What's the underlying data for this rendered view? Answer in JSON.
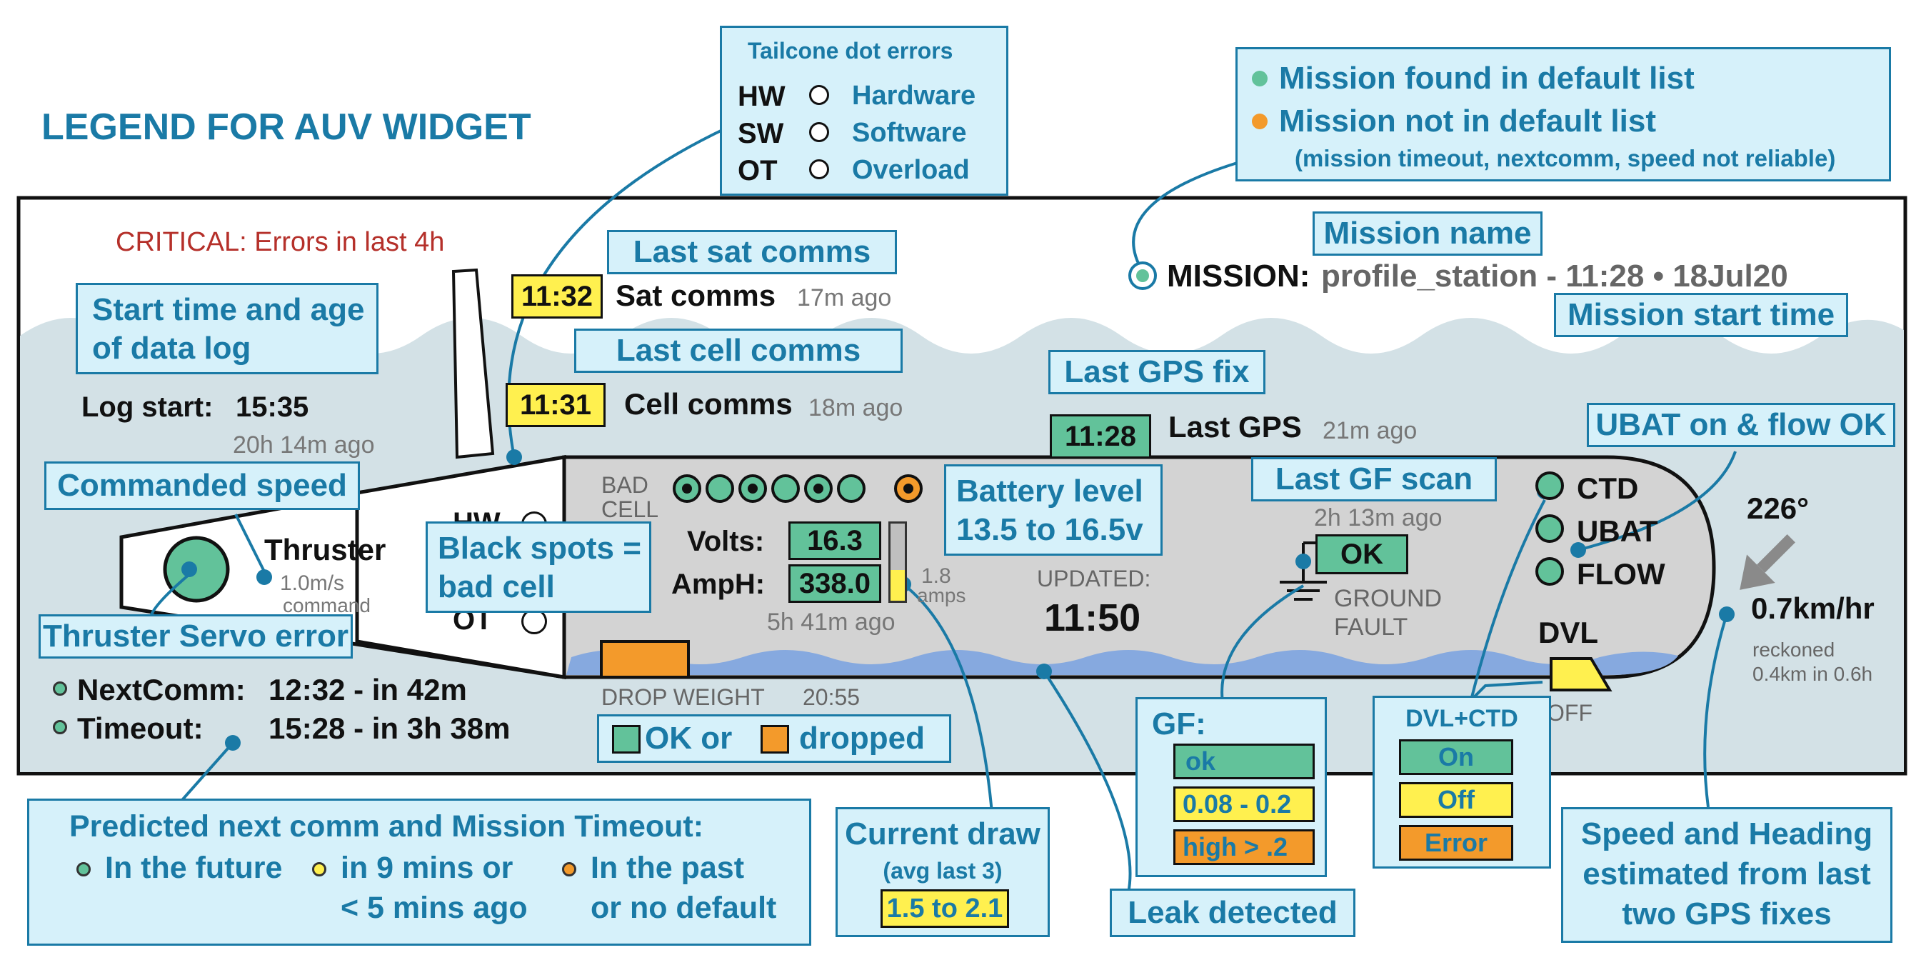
{
  "title": "LEGEND FOR AUV WIDGET",
  "critical": "CRITICAL: Errors in last 4h",
  "tailcone": {
    "title": "Tailcone dot errors",
    "rows": [
      {
        "code": "HW",
        "label": "Hardware"
      },
      {
        "code": "SW",
        "label": "Software"
      },
      {
        "code": "OT",
        "label": "Overload"
      }
    ]
  },
  "mission_status": {
    "found": "Mission found in default list",
    "not_found": "Mission not in default list",
    "note": "(mission timeout, nextcomm, speed not reliable)"
  },
  "callouts": {
    "mission_name": "Mission name",
    "mission_start": "Mission start time",
    "last_sat": "Last sat comms",
    "last_cell": "Last cell comms",
    "start_time_l1": "Start time and age",
    "start_time_l2": "of data log",
    "last_gps": "Last GPS fix",
    "ubat": "UBAT on & flow OK",
    "commanded_speed": "Commanded speed",
    "black_spots_l1": "Black spots =",
    "black_spots_l2": "bad cell",
    "battery_l1": "Battery level",
    "battery_l2": "13.5 to 16.5v",
    "last_gf": "Last GF scan",
    "thruster_servo": "Thruster Servo error",
    "predicted_title": "Predicted next comm and Mission Timeout:",
    "future": "In the future",
    "near_l1": "in 9 mins or",
    "near_l2": "< 5 mins ago",
    "past_l1": "In the past",
    "past_l2": "or no default",
    "current_title": "Current draw",
    "current_sub": "(avg last 3)",
    "current_range": "1.5 to 2.1",
    "leak": "Leak detected",
    "gf_title": "GF:",
    "gf_ok": "ok",
    "gf_mid": "0.08 - 0.2",
    "gf_high": "high > .2",
    "dvl_title": "DVL+CTD",
    "dvl_on": "On",
    "dvl_off": "Off",
    "dvl_error": "Error",
    "speed_l1": "Speed and Heading",
    "speed_l2": "estimated from last",
    "speed_l3": "two GPS fixes",
    "drop_ok": "OK or",
    "drop_dropped": "dropped"
  },
  "mission": {
    "label": "MISSION:",
    "value": "profile_station - 11:28 • 18Jul20"
  },
  "sat": {
    "time": "11:32",
    "label": "Sat comms",
    "ago": "17m ago"
  },
  "cell": {
    "time": "11:31",
    "label": "Cell comms",
    "ago": "18m ago"
  },
  "gps": {
    "time": "11:28",
    "label": "Last GPS",
    "ago": "21m ago"
  },
  "log": {
    "label": "Log start:",
    "time": "15:35",
    "ago": "20h 14m ago"
  },
  "thruster": {
    "label": "Thruster",
    "speed": "1.0m/s",
    "cmd": "command"
  },
  "tail_codes": {
    "hw": "HW",
    "ot": "OT"
  },
  "battery": {
    "bad_l1": "BAD",
    "bad_l2": "CELL",
    "volts_label": "Volts:",
    "volts": "16.3",
    "amph_label": "AmpH:",
    "amph": "338.0",
    "amps": "1.8",
    "amps_unit": "amps",
    "age": "5h 41m ago",
    "cells": [
      "bad",
      "ok",
      "bad",
      "ok",
      "bad",
      "ok",
      "bad-orange"
    ]
  },
  "updated": {
    "label": "UPDATED:",
    "time": "11:50"
  },
  "gf": {
    "ago": "2h 13m ago",
    "value": "OK",
    "label_l1": "GROUND",
    "label_l2": "FAULT"
  },
  "sensors": {
    "ctd": "CTD",
    "ubat": "UBAT",
    "flow": "FLOW",
    "dvl": "DVL",
    "dvl_state": "OFF"
  },
  "nav": {
    "heading": "226°",
    "speed": "0.7km/hr",
    "reckoned_l1": "reckoned",
    "reckoned_l2": "0.4km in 0.6h"
  },
  "drop_weight": {
    "label": "DROP WEIGHT",
    "time": "20:55"
  },
  "nextcomm": {
    "label": "NextComm:",
    "value": "12:32 - in 42m"
  },
  "timeout": {
    "label": "Timeout:",
    "value": "15:28 - in 3h 38m"
  },
  "colors": {
    "callout_bg": "#d6f1fa",
    "callout_border": "#1a7aa6",
    "green": "#62c29a",
    "yellow": "#fff04f",
    "orange": "#f39a2b",
    "sea": "#d3e1e6",
    "hull": "#d3d3d3",
    "critical": "#b5302a"
  }
}
